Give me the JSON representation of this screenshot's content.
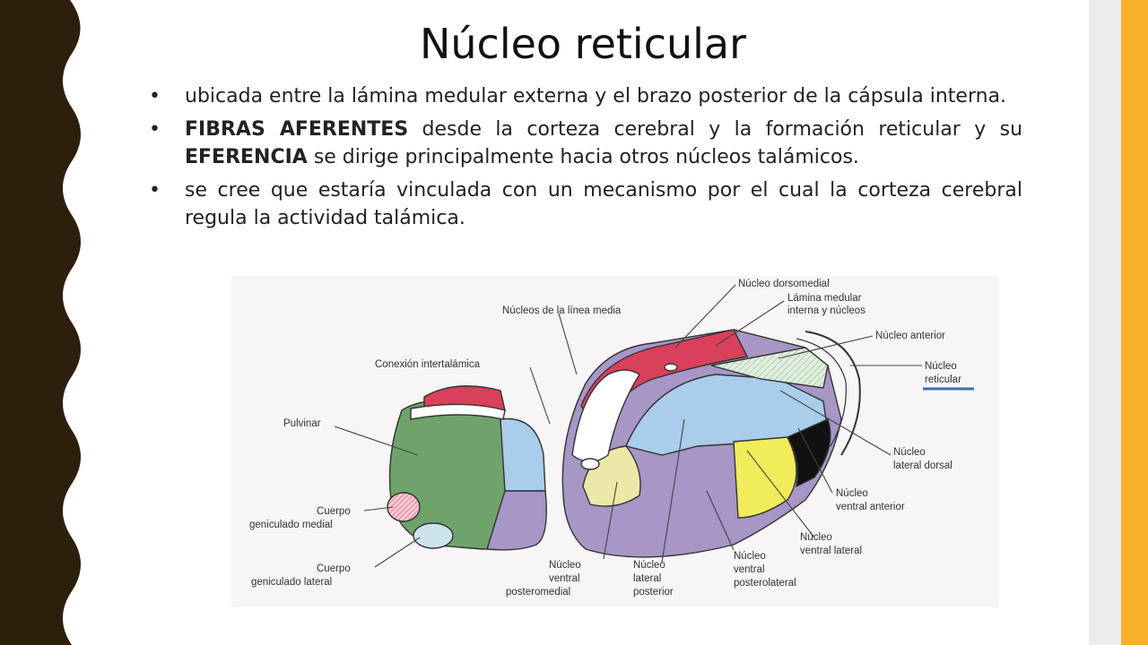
{
  "title": "Núcleo reticular",
  "bullets": [
    {
      "pre": "",
      "b1": "",
      "mid": "ubicada entre la lámina medular externa y el brazo posterior de la cápsula interna.",
      "b2": "",
      "post": ""
    },
    {
      "pre": "",
      "b1": "FIBRAS AFERENTES",
      "mid": " desde la corteza cerebral y la formación reticular y su ",
      "b2": "EFERENCIA",
      "post": " se dirige principalmente hacia otros núcleos talámicos."
    },
    {
      "pre": "",
      "b1": "",
      "mid": "se cree que estaría vinculada con un mecanismo por el cual la corteza cerebral regula la actividad talámica.",
      "b2": "",
      "post": ""
    }
  ],
  "diagram": {
    "labels": {
      "dorsomedial": "Núcleo dorsomedial",
      "lamina_1": "Lámina medular",
      "lamina_2": "interna y núcleos",
      "linea_media": "Núcleos de la línea media",
      "anterior": "Núcleo anterior",
      "reticular_1": "Núcleo",
      "reticular_2": "reticular",
      "intertalamica": "Conexión intertalámica",
      "pulvinar": "Pulvinar",
      "lat_dorsal_1": "Núcleo",
      "lat_dorsal_2": "lateral dorsal",
      "gen_medial_1": "Cuerpo",
      "gen_medial_2": "geniculado medial",
      "vent_ant_1": "Núcleo",
      "vent_ant_2": "ventral anterior",
      "vent_lat_1": "Núcleo",
      "vent_lat_2": "ventral lateral",
      "gen_lateral_1": "Cuerpo",
      "gen_lateral_2": "geniculado lateral",
      "vpm_1": "Núcleo",
      "vpm_2": "ventral",
      "vpm_3": "posteromedial",
      "lp_1": "Núcleo",
      "lp_2": "lateral",
      "lp_3": "posterior",
      "vpl_1": "Núcleo",
      "vpl_2": "ventral",
      "vpl_3": "posterolateral"
    },
    "colors": {
      "red": "#d9405a",
      "green": "#6fa36b",
      "light_blue": "#a9cdea",
      "purple": "#a796c6",
      "yellow": "#f0ec5a",
      "black": "#111111",
      "pale_green": "#d7e8d6",
      "pale_yellow": "#eee8a8",
      "highlight_underline": "#3a6fb8"
    }
  }
}
